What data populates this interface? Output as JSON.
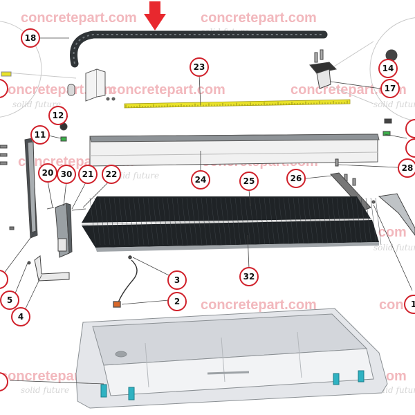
{
  "colors": {
    "callout_ring": "#d0202a",
    "arrow": "#e8282e",
    "watermark": "#f2b8bd",
    "chain": "#2f3437",
    "mesh": "#1f2326",
    "ruler": "#e9e22a",
    "tray": "#e4e6ea",
    "blue_clip": "#2fb2c2",
    "green_clip": "#3bb04a"
  },
  "watermark": {
    "brand": "concretepart.com",
    "tagline": "solid future"
  },
  "parts": [
    {
      "label": "18"
    },
    {
      "label": "23"
    },
    {
      "label": "14"
    },
    {
      "label": "17"
    },
    {
      "label": "12"
    },
    {
      "label": "11"
    },
    {
      "label": "24"
    },
    {
      "label": "28"
    },
    {
      "label": "20"
    },
    {
      "label": "30"
    },
    {
      "label": "21"
    },
    {
      "label": "22"
    },
    {
      "label": "25"
    },
    {
      "label": "26"
    },
    {
      "label": "32"
    },
    {
      "label": "3"
    },
    {
      "label": "2"
    },
    {
      "label": "5"
    },
    {
      "label": "4"
    },
    {
      "label": "1"
    }
  ]
}
